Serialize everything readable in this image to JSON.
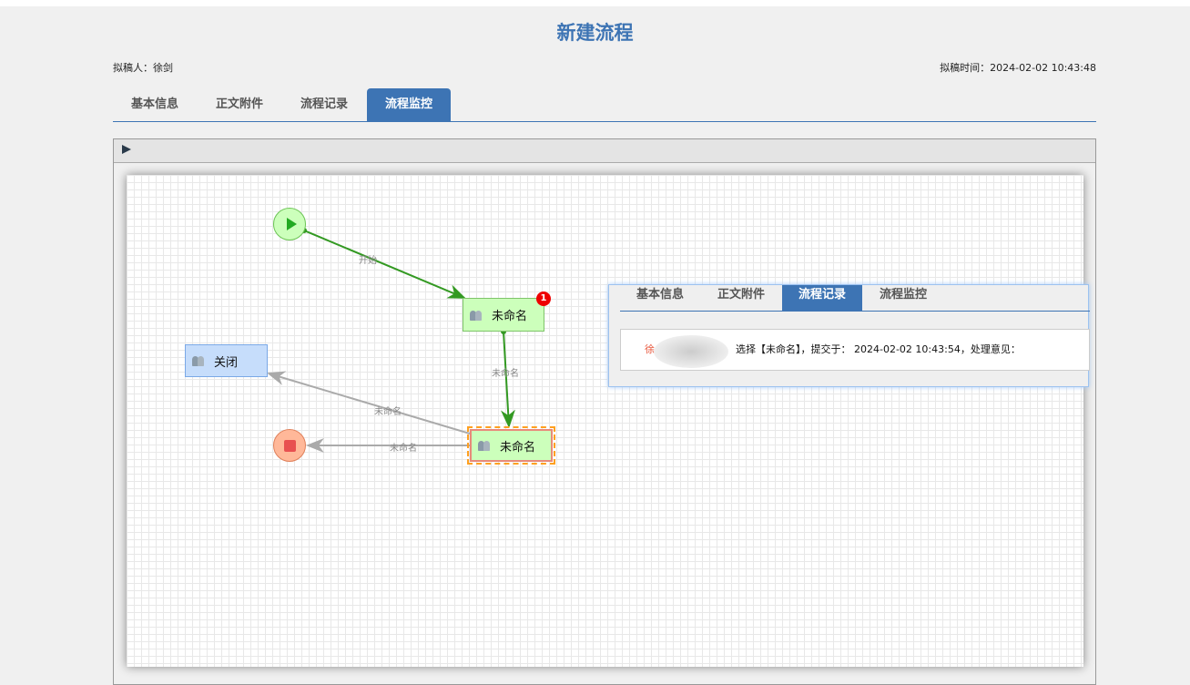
{
  "header": {
    "title": "新建流程",
    "drafter_label": "拟稿人：徐剑",
    "draft_time_label": "拟稿时间：2024-02-02 10:43:48"
  },
  "tabs": [
    {
      "label": "基本信息"
    },
    {
      "label": "正文附件"
    },
    {
      "label": "流程记录"
    },
    {
      "label": "流程监控",
      "active": true
    }
  ],
  "diagram": {
    "nodes": {
      "task1": "未命名",
      "task1_badge": "1",
      "close": "关闭",
      "task2": "未命名"
    },
    "edges": {
      "start": "开始",
      "t1_t2": "未命名",
      "t2_close": "未命名",
      "t2_end": "未命名"
    },
    "colors": {
      "active": "#339922",
      "inactive": "#aaaaaa",
      "start": "#ccffbb",
      "end": "#ffb899"
    }
  },
  "popup": {
    "tabs": [
      {
        "label": "基本信息"
      },
      {
        "label": "正文附件"
      },
      {
        "label": "流程记录",
        "active": true
      },
      {
        "label": "流程监控"
      }
    ],
    "record": {
      "user": "徐",
      "text": "选择【未命名】，提交于： 2024-02-02 10:43:54，处理意见："
    }
  }
}
